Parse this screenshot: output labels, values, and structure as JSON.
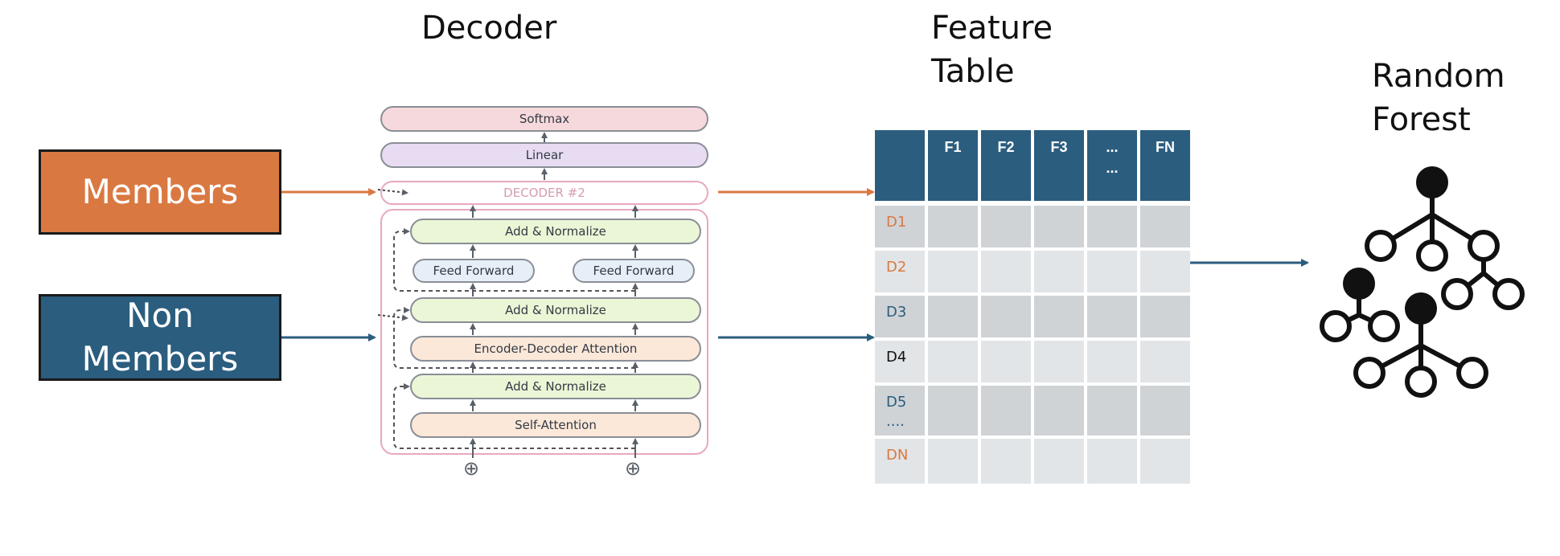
{
  "headings": {
    "decoder": "Decoder",
    "feature_table_line1": "Feature",
    "feature_table_line2": "Table",
    "random_forest_line1": "Random",
    "random_forest_line2": "Forest"
  },
  "inputs": {
    "members": "Members",
    "non_members_line1": "Non",
    "non_members_line2": "Members"
  },
  "decoder": {
    "softmax": "Softmax",
    "linear": "Linear",
    "decoder2": "DECODER #2",
    "add_norm_1": "Add & Normalize",
    "feed_forward_left": "Feed Forward",
    "feed_forward_right": "Feed Forward",
    "add_norm_2": "Add & Normalize",
    "enc_dec_attention": "Encoder-Decoder Attention",
    "add_norm_3": "Add & Normalize",
    "self_attention": "Self-Attention",
    "plus_left": "⊕",
    "plus_right": "⊕"
  },
  "feature_table": {
    "columns": [
      "F1",
      "F2",
      "F3",
      "...",
      "FN"
    ],
    "column4_line2": "...",
    "rows": [
      "D1",
      "D2",
      "D3",
      "D4",
      "D5",
      "DN"
    ],
    "row5_line2": "...."
  },
  "colors": {
    "members": "#d97941",
    "non_members": "#2b5d7f",
    "softmax": "#f6d9dc",
    "linear": "#e8dcf3",
    "add_norm": "#eaf6d6",
    "feed_forward": "#e6eef8",
    "attention": "#fbe8d9",
    "decoder_frame": "#e7a8c0",
    "table_header": "#2b5d7f",
    "row_dark": "#cfd3d6",
    "row_light": "#e2e5e7",
    "row_label_orange": "#d97941",
    "row_label_blue": "#2b5d7f",
    "row_label_black": "#111111"
  }
}
